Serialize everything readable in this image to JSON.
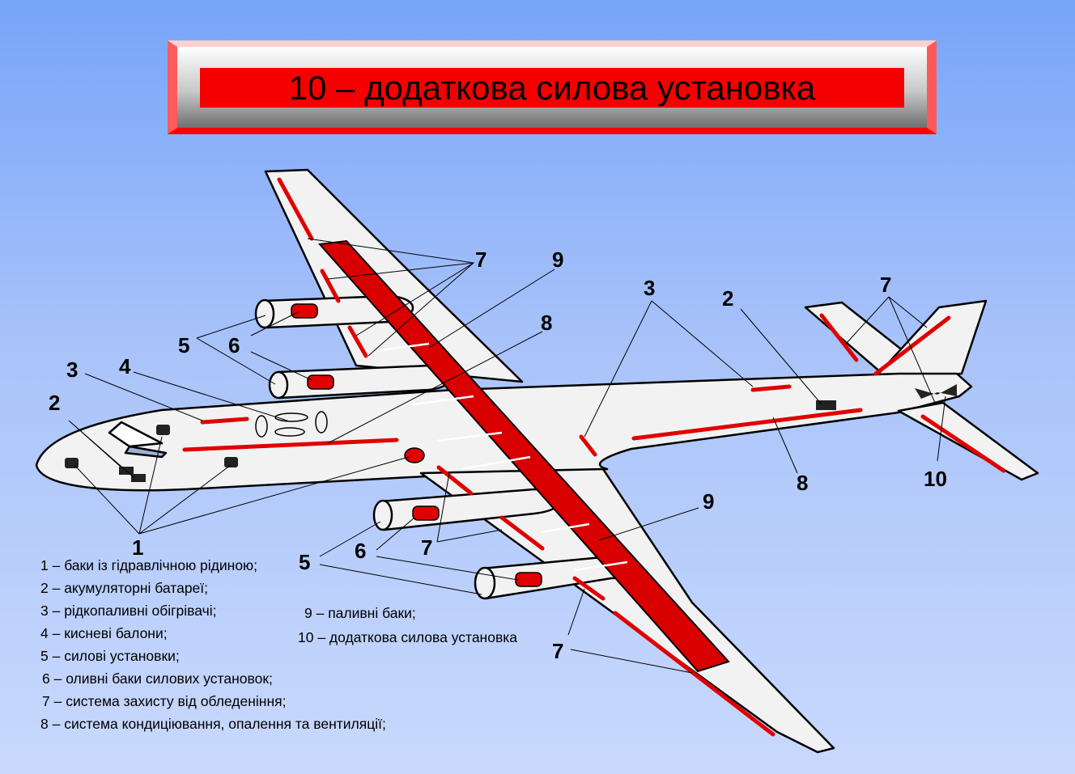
{
  "title": "10 – додаткова силова установка",
  "labels": {
    "n1": "1",
    "n2": "2",
    "n3": "3",
    "n4": "4",
    "n5": "5",
    "n6": "6",
    "n7": "7",
    "n8": "8",
    "n9": "9",
    "n10": "10"
  },
  "legend": [
    "1 – баки із гідравлічною рідиною;",
    "2 – акумуляторні батареї;",
    "3 – рідкопаливні обігрівачі;",
    "4 – кисневі балони;",
    "5 – силові установки;",
    "6 – оливні баки силових установок;",
    "7 – система захисту від обледеніння;",
    "8 – система кондиціювання, опалення та вентиляції;",
    "9 – паливні баки;",
    "10 – додаткова силова установка"
  ],
  "colors": {
    "accent": "#e00000",
    "fill": "#f2f2f2"
  }
}
